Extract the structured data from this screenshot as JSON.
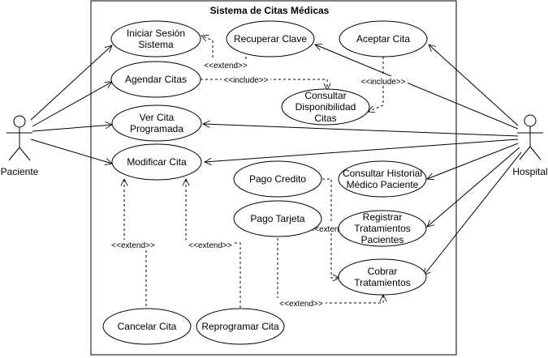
{
  "system": {
    "title": "Sistema de Citas Médicas"
  },
  "actors": {
    "paciente": "Paciente",
    "hospital": "Hospital"
  },
  "use_cases": {
    "iniciar_sesion": [
      "Iniciar Sesión",
      "Sistema"
    ],
    "recuperar_clave": [
      "Recuperar Clave"
    ],
    "aceptar_cita": [
      "Aceptar Cita"
    ],
    "agendar_citas": [
      "Agendar Citas"
    ],
    "consultar_disponibilidad": [
      "Consultar",
      "Disponibilidad",
      "Citas"
    ],
    "ver_cita": [
      "Ver Cita",
      "Programada"
    ],
    "modificar_cita": [
      "Modificar Cita"
    ],
    "pago_credito": [
      "Pago Credito"
    ],
    "consultar_historial": [
      "Consultar Historial",
      "Médico Paciente"
    ],
    "pago_tarjeta": [
      "Pago Tarjeta"
    ],
    "registrar_tratamientos": [
      "Registrar",
      "Tratamientos",
      "Pacientes"
    ],
    "cobrar_tratamientos": [
      "Cobrar",
      "Tratamientos"
    ],
    "cancelar_cita": [
      "Cancelar Cita"
    ],
    "reprogramar_cita": [
      "Reprogramar Cita"
    ]
  },
  "relations": {
    "extend_recuperar": "<<extend>>",
    "include_agendar": "<<include>>",
    "include_aceptar": "<<include>>",
    "extend_pagos": "<<extend>>",
    "extend_cancelar": "<<extend>>",
    "extend_reprogramar": "<<extend>>",
    "extend_tarjeta_cobrar": "<<extend>>"
  }
}
